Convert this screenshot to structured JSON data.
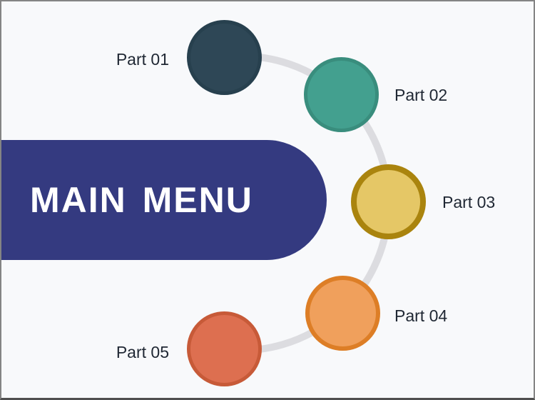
{
  "theme": {
    "background": "#f8f9fb",
    "frame_border": "#848484",
    "frame_border_bottom": "#4f4f4f",
    "pill_color": "#343a80",
    "pill_text_color": "#ffffff",
    "label_color": "#1f2733",
    "arc_color": "#dcdce0"
  },
  "menu": {
    "title": "MAIN MENU",
    "items": [
      {
        "label": "Part 01",
        "fill": "#2e4756",
        "border": "#27404e"
      },
      {
        "label": "Part 02",
        "fill": "#43a08f",
        "border": "#398d7d"
      },
      {
        "label": "Part 03",
        "fill": "#e5c766",
        "border": "#aa840e"
      },
      {
        "label": "Part 04",
        "fill": "#f0a05c",
        "border": "#dd7e26"
      },
      {
        "label": "Part 05",
        "fill": "#dd6f50",
        "border": "#c75a38"
      }
    ]
  }
}
